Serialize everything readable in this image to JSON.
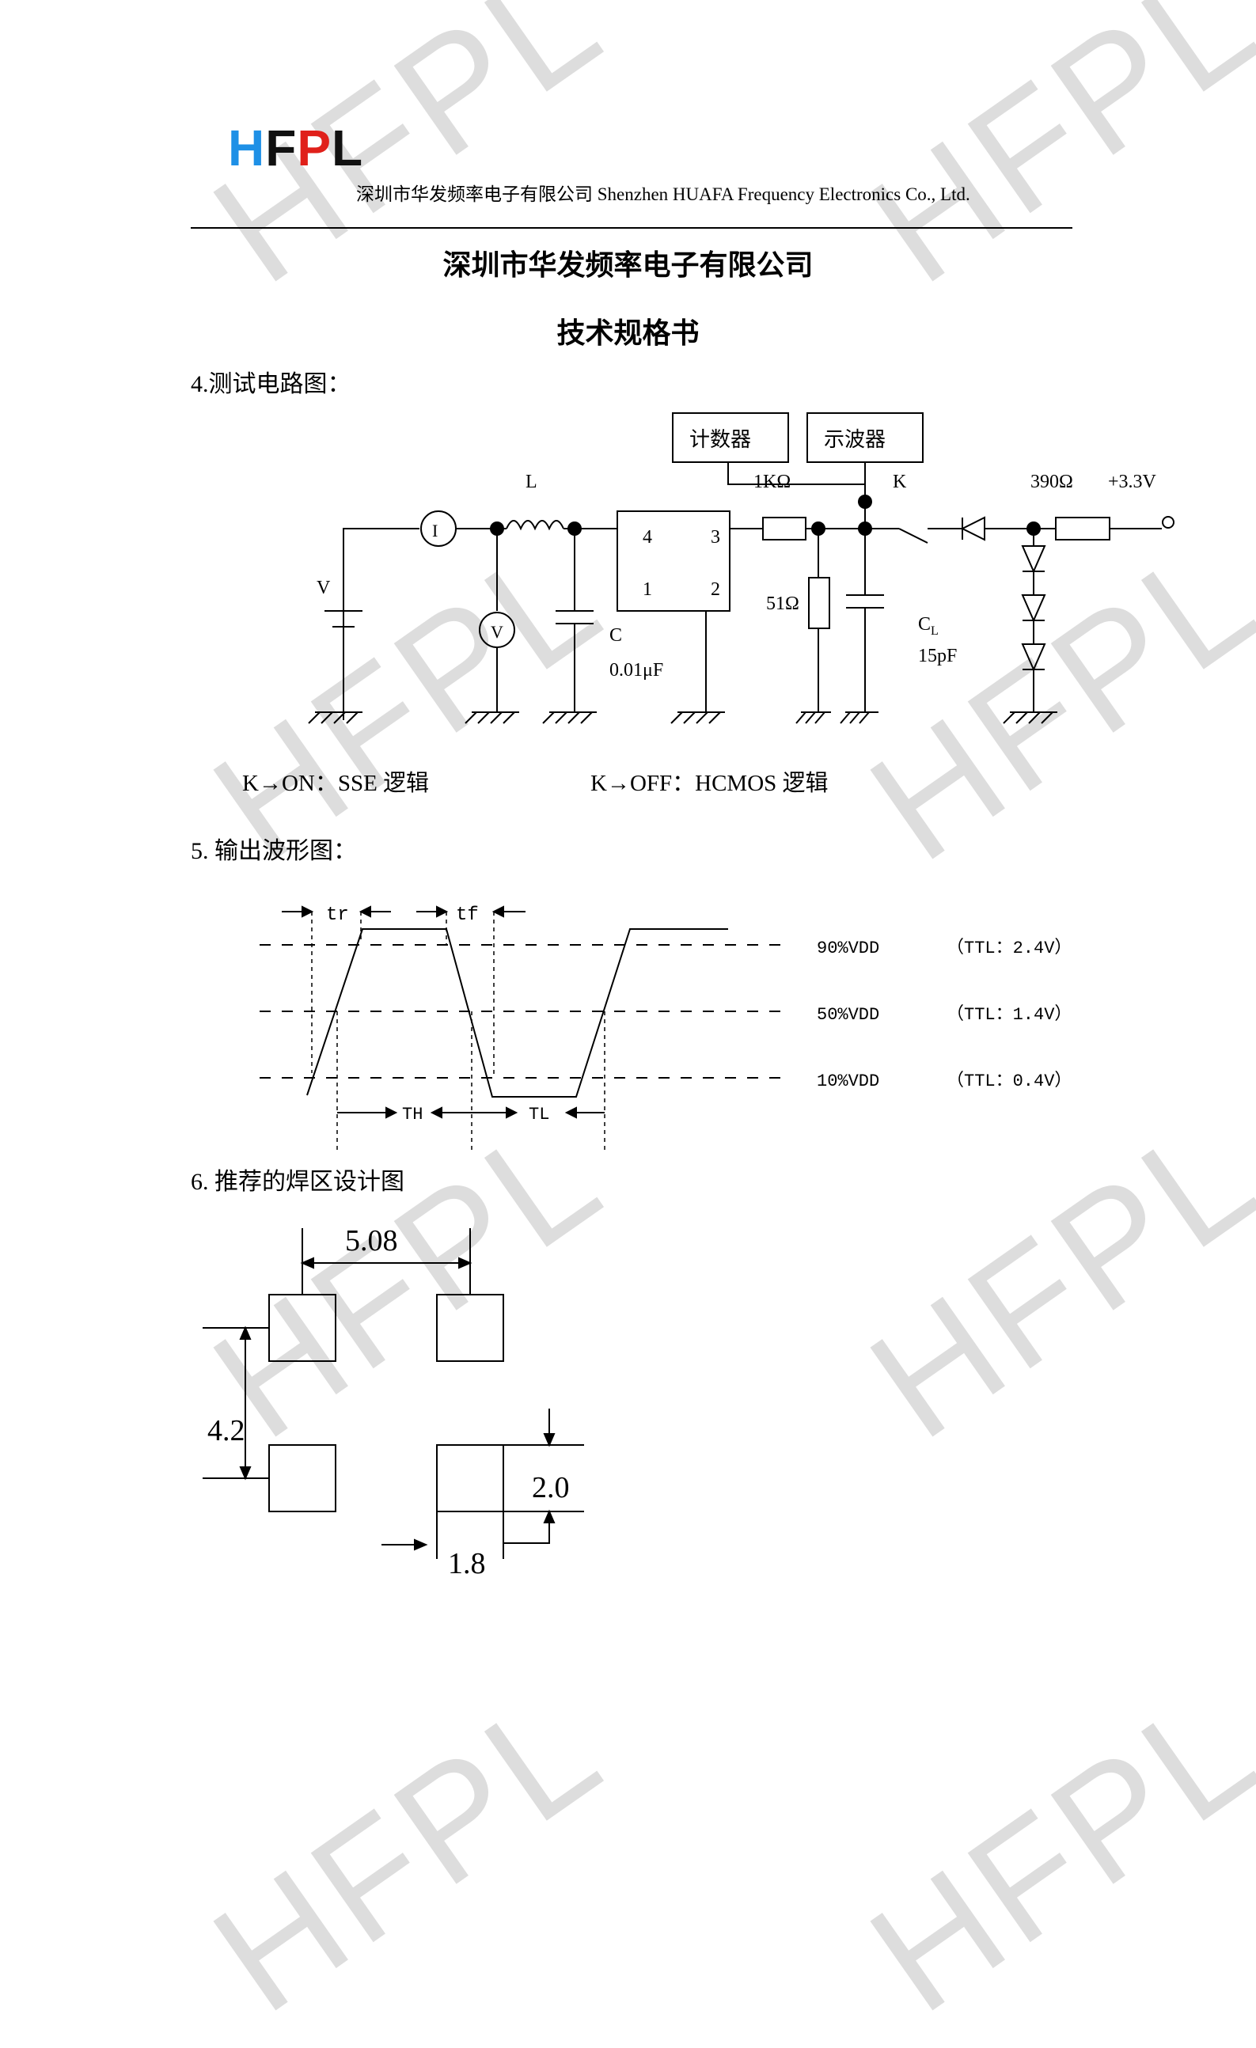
{
  "header": {
    "logo": {
      "h": "H",
      "f": "F",
      "p": "P",
      "l": "L"
    },
    "company_line": "深圳市华发频率电子有限公司 Shenzhen HUAFA Frequency Electronics Co., Ltd.",
    "company_title": "深圳市华发频率电子有限公司",
    "doc_title": "技术规格书"
  },
  "watermark": "HFPL",
  "section4": {
    "heading": "4.测试电路图：",
    "labels": {
      "counter": "计数器",
      "scope": "示波器",
      "L": "L",
      "I": "I",
      "V_meter": "V",
      "V_source": "V",
      "res_1k": "1KΩ",
      "switch_k": "K",
      "res_390": "390Ω",
      "supply": "+3.3V",
      "pin4": "4",
      "pin3": "3",
      "pin1": "1",
      "pin2": "2",
      "res_51": "51Ω",
      "cap_c": "C",
      "cap_c_val": "0.01μF",
      "cap_cl": "C",
      "cap_cl_sub": "L",
      "cap_cl_val": "15pF"
    },
    "k_on": "K→ON：SSE 逻辑",
    "k_off": "K→OFF：HCMOS 逻辑"
  },
  "section5": {
    "heading": "5.  输出波形图：",
    "tr": "tr",
    "tf": "tf",
    "th": "TH",
    "tl": "TL",
    "levels": [
      {
        "name": "90%VDD",
        "ttl": "（TTL：2.4V）"
      },
      {
        "name": "50%VDD",
        "ttl": "（TTL：1.4V）"
      },
      {
        "name": "10%VDD",
        "ttl": "（TTL：0.4V）"
      }
    ]
  },
  "section6": {
    "heading": "6.  推荐的焊区设计图",
    "dim_width": "5.08",
    "dim_height": "4.2",
    "dim_pad_h": "2.0",
    "dim_pad_w": "1.8"
  }
}
